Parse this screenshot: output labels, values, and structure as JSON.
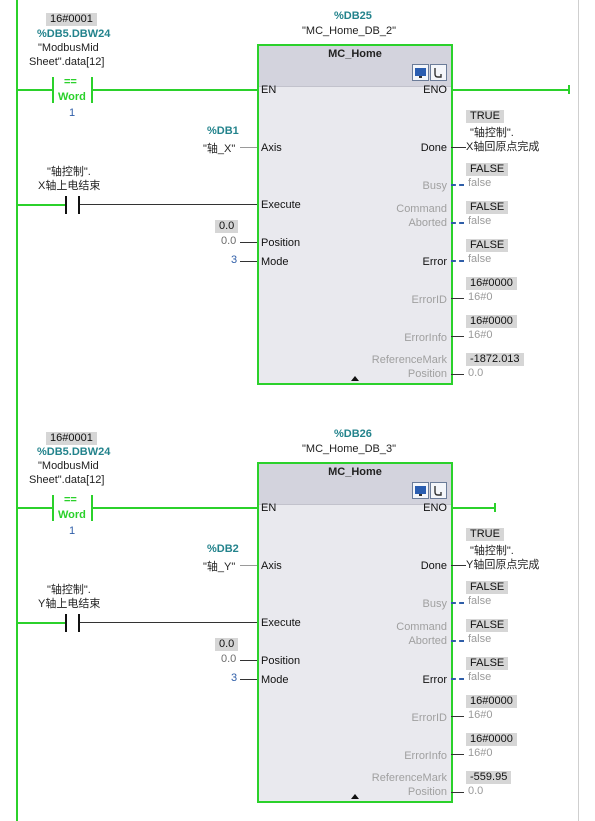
{
  "networks": [
    {
      "db_address": "%DB25",
      "db_name": "\"MC_Home_DB_2\"",
      "block_name": "MC_Home",
      "compare": {
        "constant": "16#0001",
        "operand_addr": "%DB5.DBW24",
        "operand_line1": "\"ModbusMid",
        "operand_line2": "Sheet\".data[12]",
        "operator": "==",
        "type": "Word",
        "below": "1"
      },
      "execute": {
        "line1": "\"轴控制\".",
        "line2": "X轴上电结束"
      },
      "axis": {
        "addr": "%DB1",
        "name": "\"轴_X\""
      },
      "position_box": "0.0",
      "position_val": "0.0",
      "mode_val": "3",
      "pins_in": {
        "en": "EN",
        "axis": "Axis",
        "execute": "Execute",
        "position": "Position",
        "mode": "Mode"
      },
      "pins_out": {
        "eno": "ENO",
        "done": "Done",
        "busy": "Busy",
        "cmd1": "Command",
        "cmd2": "Aborted",
        "error": "Error",
        "errorid": "ErrorID",
        "errorinfo": "ErrorInfo",
        "refmark": "ReferenceMark",
        "position": "Position"
      },
      "done": {
        "box": "TRUE",
        "line1": "\"轴控制\".",
        "line2": "X轴回原点完成"
      },
      "busy": {
        "box": "FALSE",
        "val": "false"
      },
      "aborted": {
        "box": "FALSE",
        "val": "false"
      },
      "error": {
        "box": "FALSE",
        "val": "false"
      },
      "errorid": {
        "box": "16#0000",
        "val": "16#0"
      },
      "errorinfo": {
        "box": "16#0000",
        "val": "16#0"
      },
      "refmark": {
        "box": "-1872.013",
        "val": "0.0"
      }
    },
    {
      "db_address": "%DB26",
      "db_name": "\"MC_Home_DB_3\"",
      "block_name": "MC_Home",
      "compare": {
        "constant": "16#0001",
        "operand_addr": "%DB5.DBW24",
        "operand_line1": "\"ModbusMid",
        "operand_line2": "Sheet\".data[12]",
        "operator": "==",
        "type": "Word",
        "below": "1"
      },
      "execute": {
        "line1": "\"轴控制\".",
        "line2": "Y轴上电结束"
      },
      "axis": {
        "addr": "%DB2",
        "name": "\"轴_Y\""
      },
      "position_box": "0.0",
      "position_val": "0.0",
      "mode_val": "3",
      "pins_in": {
        "en": "EN",
        "axis": "Axis",
        "execute": "Execute",
        "position": "Position",
        "mode": "Mode"
      },
      "pins_out": {
        "eno": "ENO",
        "done": "Done",
        "busy": "Busy",
        "cmd1": "Command",
        "cmd2": "Aborted",
        "error": "Error",
        "errorid": "ErrorID",
        "errorinfo": "ErrorInfo",
        "refmark": "ReferenceMark",
        "position": "Position"
      },
      "done": {
        "box": "TRUE",
        "line1": "\"轴控制\".",
        "line2": "Y轴回原点完成"
      },
      "busy": {
        "box": "FALSE",
        "val": "false"
      },
      "aborted": {
        "box": "FALSE",
        "val": "false"
      },
      "error": {
        "box": "FALSE",
        "val": "false"
      },
      "errorid": {
        "box": "16#0000",
        "val": "16#0"
      },
      "errorinfo": {
        "box": "16#0000",
        "val": "16#0"
      },
      "refmark": {
        "box": "-559.95",
        "val": "0.0"
      }
    }
  ],
  "colors": {
    "power_flow": "#2bd12b",
    "address": "#23838c",
    "false_link": "#2f5ea8",
    "block_bg": "#e9e9ee",
    "value_box": "#d6d6d6"
  },
  "icons": {
    "block_toolbar": [
      "screen-icon",
      "tool-icon"
    ],
    "collapse": "collapse-up-icon"
  }
}
